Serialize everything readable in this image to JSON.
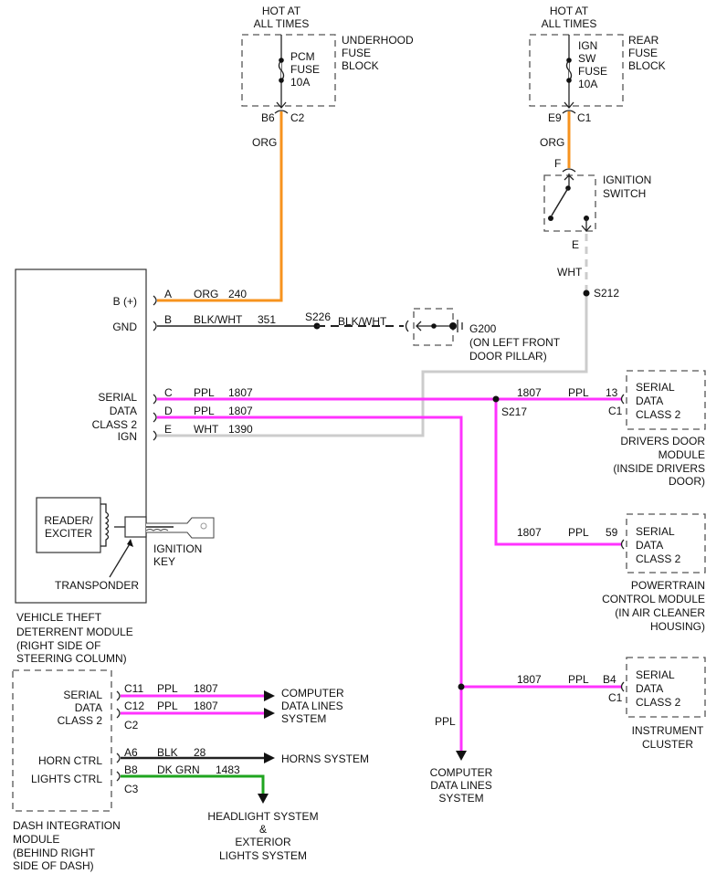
{
  "colors": {
    "org": "#f7931e",
    "ppl": "#ff33ff",
    "wht": "#cccccc",
    "blk": "#222222",
    "dk_grn": "#1fa51f"
  },
  "underhood": {
    "hot": [
      "HOT AT",
      "ALL TIMES"
    ],
    "fuse": [
      "PCM",
      "FUSE",
      "10A"
    ],
    "block": [
      "UNDERHOOD",
      "FUSE",
      "BLOCK"
    ],
    "pin": "B6",
    "conn": "C2",
    "wire_color": "ORG"
  },
  "rear": {
    "hot": [
      "HOT AT",
      "ALL TIMES"
    ],
    "fuse": [
      "IGN",
      "SW",
      "FUSE",
      "10A"
    ],
    "block": [
      "REAR",
      "FUSE",
      "BLOCK"
    ],
    "pin": "E9",
    "conn": "C1",
    "wire_color": "ORG"
  },
  "ignition_switch": {
    "label": [
      "IGNITION",
      "SWITCH"
    ],
    "pin_in": "F",
    "pin_out": "E",
    "wire_color": "WHT",
    "splice": "S212"
  },
  "vtd": {
    "pins": [
      "B (+)",
      "GND",
      "SERIAL",
      "DATA",
      "CLASS 2",
      "IGN"
    ],
    "wires": [
      {
        "pin": "A",
        "color": "ORG",
        "circuit": "240"
      },
      {
        "pin": "B",
        "color": "BLK/WHT",
        "circuit": "351"
      },
      {
        "pin": "C",
        "color": "PPL",
        "circuit": "1807"
      },
      {
        "pin": "D",
        "color": "PPL",
        "circuit": "1807"
      },
      {
        "pin": "E",
        "color": "WHT",
        "circuit": "1390"
      }
    ],
    "reader": [
      "READER/",
      "EXCITER"
    ],
    "key": [
      "IGNITION",
      "KEY"
    ],
    "transponder": "TRANSPONDER",
    "name": [
      "VEHICLE THEFT",
      "DETERRENT MODULE",
      "(RIGHT SIDE OF",
      "STEERING COLUMN)"
    ]
  },
  "ground": {
    "splice": "S226",
    "wire_color": "BLK/WHT",
    "label": [
      "G200",
      "(ON LEFT FRONT",
      "DOOR PILLAR)"
    ]
  },
  "s217": "S217",
  "drivers_door": {
    "circuit": "1807",
    "color": "PPL",
    "pin": "13",
    "conn": "C1",
    "box": [
      "SERIAL",
      "DATA",
      "CLASS 2"
    ],
    "name": [
      "DRIVERS DOOR",
      "MODULE",
      "(INSIDE DRIVERS",
      "DOOR)"
    ]
  },
  "pcm": {
    "circuit": "1807",
    "color": "PPL",
    "pin": "59",
    "box": [
      "SERIAL",
      "DATA",
      "CLASS 2"
    ],
    "name": [
      "POWERTRAIN",
      "CONTROL MODULE",
      "(IN AIR CLEANER",
      "HOUSING)"
    ]
  },
  "cluster": {
    "circuit": "1807",
    "color": "PPL",
    "pin": "B4",
    "conn": "C1",
    "box": [
      "SERIAL",
      "DATA",
      "CLASS 2"
    ],
    "name": [
      "INSTRUMENT",
      "CLUSTER"
    ]
  },
  "data_lines_down": {
    "color": "PPL",
    "label": [
      "COMPUTER",
      "DATA LINES",
      "SYSTEM"
    ]
  },
  "dash": {
    "pins": [
      "SERIAL",
      "DATA",
      "CLASS 2",
      "HORN CTRL",
      "LIGHTS CTRL"
    ],
    "wires": [
      {
        "pin": "C11",
        "color": "PPL",
        "circuit": "1807"
      },
      {
        "pin": "C12",
        "color": "PPL",
        "circuit": "1807",
        "conn": "C2"
      },
      {
        "pin": "A6",
        "color": "BLK",
        "circuit": "28"
      },
      {
        "pin": "B8",
        "color": "DK GRN",
        "circuit": "1483",
        "conn": "C3"
      }
    ],
    "data_dest": [
      "COMPUTER",
      "DATA LINES",
      "SYSTEM"
    ],
    "horn_dest": "HORNS SYSTEM",
    "lights_dest": [
      "HEADLIGHT SYSTEM",
      "&",
      "EXTERIOR",
      "LIGHTS SYSTEM"
    ],
    "name": [
      "DASH INTEGRATION",
      "MODULE",
      "(BEHIND RIGHT",
      "SIDE OF DASH)"
    ]
  }
}
